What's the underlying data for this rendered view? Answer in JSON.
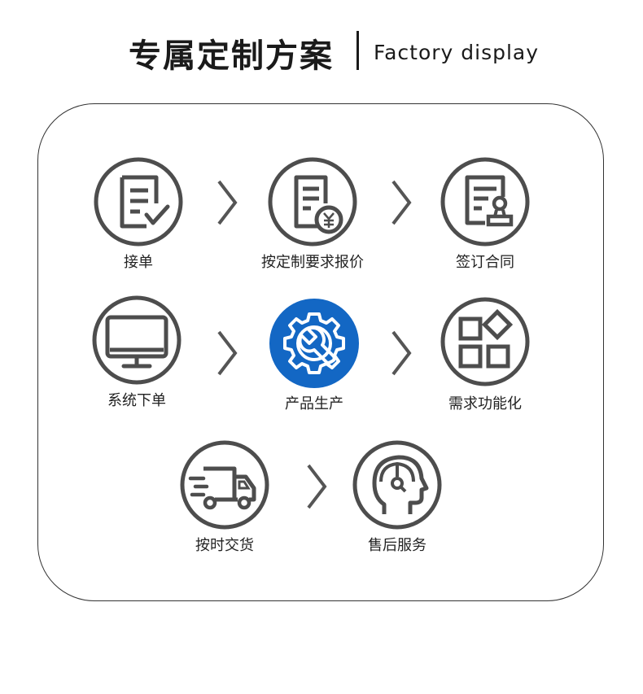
{
  "header": {
    "title_cn": "专属定制方案",
    "title_en": "Factory display"
  },
  "colors": {
    "icon_gray": "#4d4d4d",
    "accent_blue": "#1367c4"
  },
  "steps": [
    {
      "label": "接单",
      "icon": "order-document-check-icon"
    },
    {
      "label": "按定制要求报价",
      "icon": "quote-document-yen-icon"
    },
    {
      "label": "签订合同",
      "icon": "contract-stamp-icon"
    },
    {
      "label": "系统下单",
      "icon": "computer-monitor-icon"
    },
    {
      "label": "产品生产",
      "icon": "gear-wrench-icon"
    },
    {
      "label": "需求功能化",
      "icon": "function-blocks-icon"
    },
    {
      "label": "按时交货",
      "icon": "delivery-truck-icon"
    },
    {
      "label": "售后服务",
      "icon": "customer-service-headset-icon"
    }
  ]
}
